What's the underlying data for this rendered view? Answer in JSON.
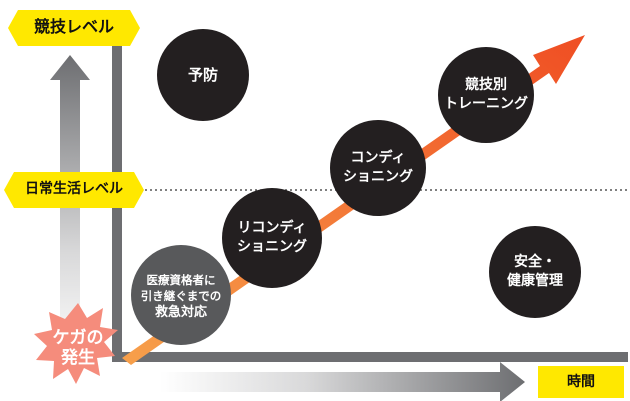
{
  "labels": {
    "competition_level": "競技レベル",
    "daily_life_level": "日常生活レベル",
    "time": "時間",
    "injury_line1": "ケガの",
    "injury_line2": "発生"
  },
  "nodes": {
    "prevention": "予防",
    "first_aid": [
      "医療資格者に",
      "引き継ぐまでの",
      "救急対応"
    ],
    "reconditioning": [
      "リコンディ",
      "ショニング"
    ],
    "conditioning": [
      "コンディ",
      "ショニング"
    ],
    "competition_training": [
      "競技別",
      "トレーニング"
    ],
    "safety_health": [
      "安全・",
      "健康管理"
    ]
  },
  "colors": {
    "yellow": "#ffe800",
    "circle_dark": "#231f20",
    "circle_gray": "#58595b",
    "arrow_orange": "#ee5a24",
    "burst": "#f58c7c",
    "axis_gray": "#6d6e71"
  }
}
